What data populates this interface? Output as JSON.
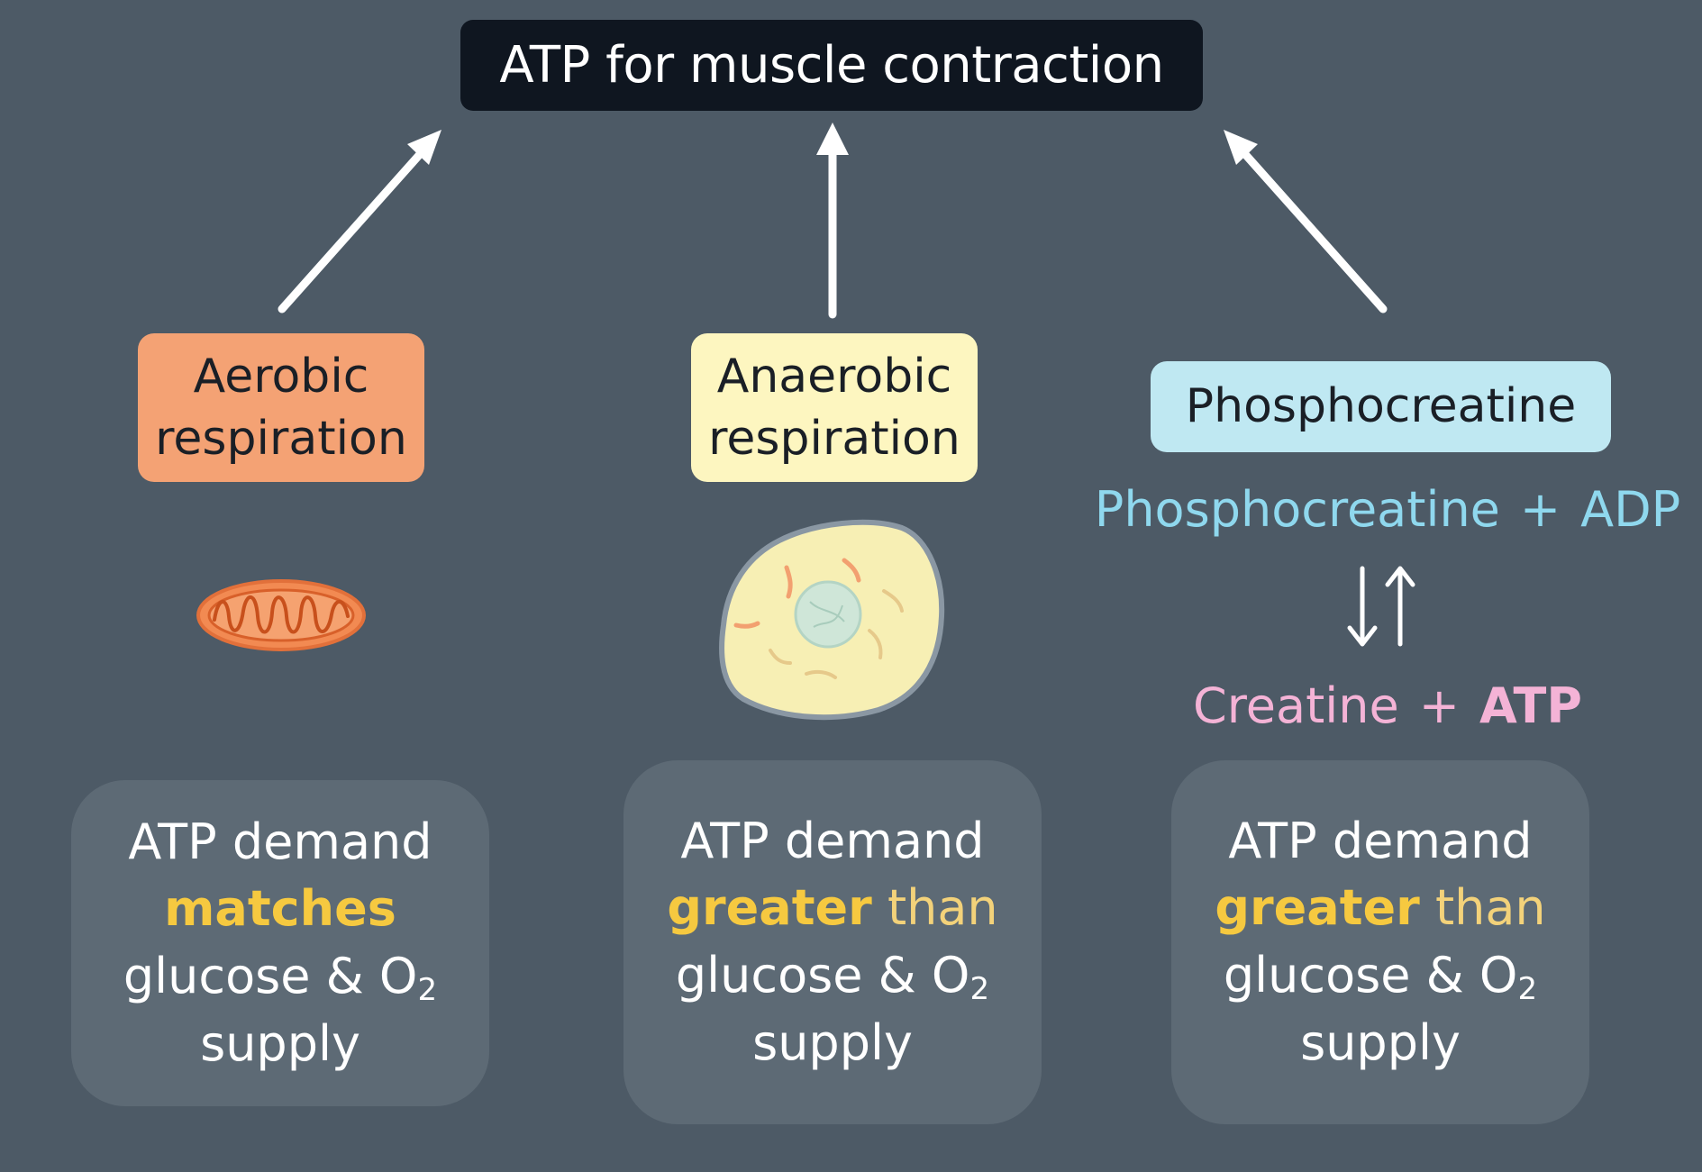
{
  "colors": {
    "background": "#4d5a66",
    "top_box": "#0f1620",
    "aerobic": "#f4a274",
    "anaerobic": "#fdf6c0",
    "phosphocreatine": "#bfe8f2",
    "equation_top": "#8fd8ee",
    "equation_bottom": "#f4b3d6",
    "highlight": "#f6c940",
    "demand_box": "#5d6a75"
  },
  "top": {
    "title": "ATP for muscle contraction"
  },
  "sources": {
    "aerobic": [
      "Aerobic",
      "respiration"
    ],
    "anaerobic": [
      "Anaerobic",
      "respiration"
    ],
    "phosphocreatine": "Phosphocreatine"
  },
  "icons": {
    "aerobic": "mitochondrion-icon",
    "anaerobic": "cell-icon",
    "equilibrium": "reversible-arrows-icon"
  },
  "equation": {
    "reactant_1": "Phosphocreatine",
    "plus": "+",
    "reactant_2": "ADP",
    "product_1": "Creatine",
    "product_2": "ATP"
  },
  "demand": [
    {
      "line1": "ATP demand",
      "highlight": "matches",
      "rest": "",
      "line3": "glucose & O",
      "sub": "2",
      "line4": "supply"
    },
    {
      "line1": "ATP demand",
      "highlight": "greater",
      "rest": "than",
      "line3": "glucose & O",
      "sub": "2",
      "line4": "supply"
    },
    {
      "line1": "ATP demand",
      "highlight": "greater",
      "rest": "than",
      "line3": "glucose & O",
      "sub": "2",
      "line4": "supply"
    }
  ]
}
